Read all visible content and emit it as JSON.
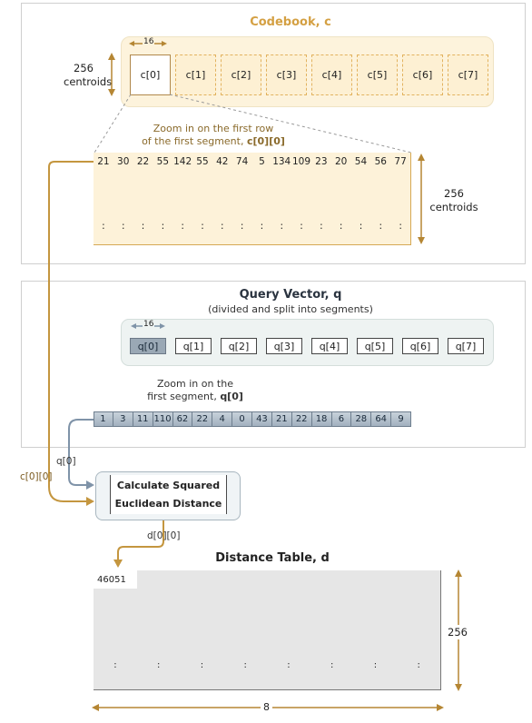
{
  "codebook": {
    "title": "Codebook, c",
    "segment_width": "16",
    "rows_label": "256\ncentroids",
    "segments": [
      "c[0]",
      "c[1]",
      "c[2]",
      "c[3]",
      "c[4]",
      "c[5]",
      "c[6]",
      "c[7]"
    ],
    "zoom_caption_line1": "Zoom in on the first row",
    "zoom_caption_line2_prefix": "of the first segment, ",
    "zoom_caption_line2_bold": "c[0][0]",
    "first_row_values": [
      "21",
      "30",
      "22",
      "55",
      "142",
      "55",
      "42",
      "74",
      "5",
      "134",
      "109",
      "23",
      "20",
      "54",
      "56",
      "77"
    ],
    "dots": ":",
    "grid_rows_label": "256\ncentroids"
  },
  "query": {
    "title": "Query Vector, q",
    "subtitle": "(divided and split into segments)",
    "segment_width": "16",
    "segments": [
      "q[0]",
      "q[1]",
      "q[2]",
      "q[3]",
      "q[4]",
      "q[5]",
      "q[6]",
      "q[7]"
    ],
    "zoom_caption_line1": "Zoom in on the",
    "zoom_caption_line2_prefix": "first segment, ",
    "zoom_caption_line2_bold": "q[0]",
    "first_segment_values": [
      "1",
      "3",
      "11",
      "110",
      "62",
      "22",
      "4",
      "0",
      "43",
      "21",
      "22",
      "18",
      "6",
      "28",
      "64",
      "9"
    ]
  },
  "flow": {
    "q_label": "q[0]",
    "c_label": "c[0][0]",
    "calc_line1": "Calculate Squared",
    "calc_line2": "Euclidean Distance",
    "d_label": "d[0][0]"
  },
  "distance_table": {
    "title": "Distance Table, d",
    "first_value": "46051",
    "dots": ":",
    "rows_label": "256",
    "cols_label": "8"
  },
  "colors": {
    "gold": "#c4963f",
    "gold_dark": "#b58633",
    "steel": "#7f93a8",
    "grey_panel": "#cfcfcf"
  }
}
